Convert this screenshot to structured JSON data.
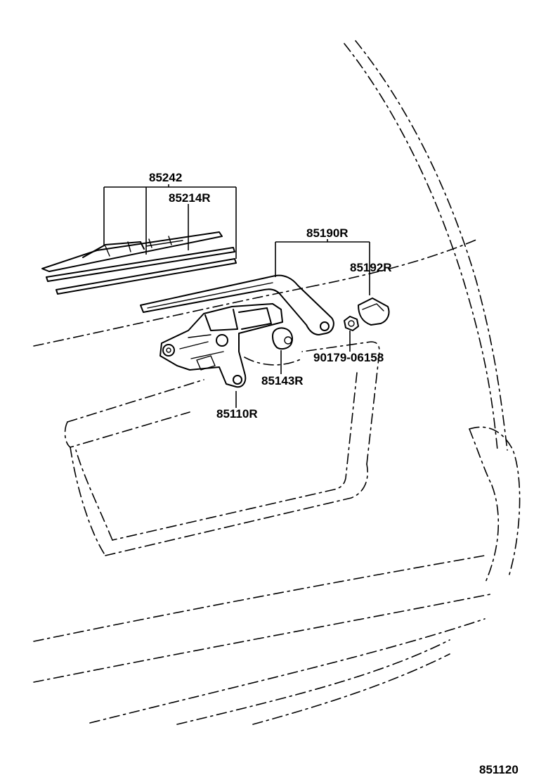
{
  "parts": {
    "wiper_blade_assy": "85242",
    "blade_rubber": "85214R",
    "wiper_arm": "85190R",
    "arm_cap": "85192R",
    "nut": "90179-06158",
    "pivot_cap": "85143R",
    "wiper_motor": "85110R"
  },
  "figure_number": "851120"
}
